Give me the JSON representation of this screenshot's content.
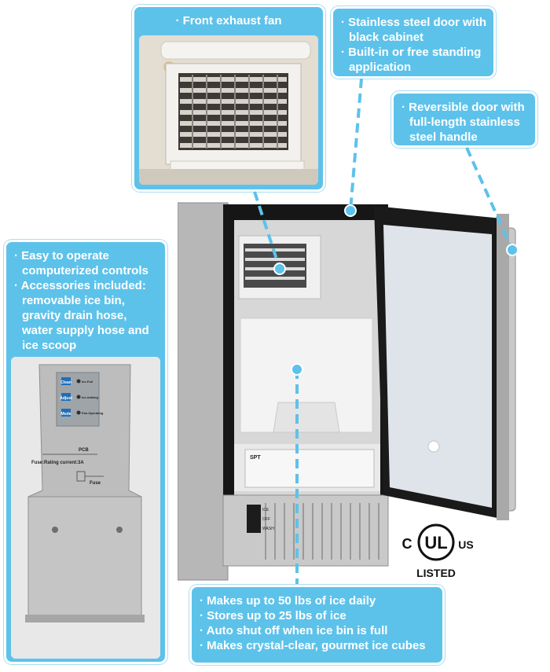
{
  "callouts": {
    "fan": {
      "lines": [
        "· Front exhaust fan"
      ]
    },
    "door": {
      "lines": [
        "· Stainless steel door with",
        "black cabinet",
        "· Built-in or free standing",
        "application"
      ]
    },
    "handle": {
      "lines": [
        "· Reversible door with",
        "full-length stainless",
        "steel handle"
      ]
    },
    "controls": {
      "lines": [
        "· Easy to operate",
        "computerized controls",
        "· Accessories included:",
        "removable ice bin,",
        "gravity drain hose,",
        "water supply hose and",
        "ice scoop"
      ]
    },
    "ice": {
      "lines": [
        "· Makes up to 50 lbs of ice daily",
        "· Stores up to 25 lbs of ice",
        "· Auto shut off when ice bin is full",
        "· Makes crystal-clear, gourmet ice cubes"
      ]
    }
  },
  "control_panel": {
    "buttons": [
      "Clean",
      "Adjust",
      "Mode"
    ],
    "indicators": [
      "Ice-Full",
      "Ice-making",
      "Fan-Operating"
    ],
    "pcb_label": "PCB",
    "fuse_text": "Fuse:Rating current:3A",
    "fuse_label": "Fuse"
  },
  "machine": {
    "brand": "SPT",
    "switch_labels": [
      "ICE",
      "OFF",
      "WASH"
    ]
  },
  "certification": {
    "left": "C",
    "center": "UL",
    "right": "US",
    "bottom": "LISTED"
  },
  "colors": {
    "callout_blue": "#5dc2ea",
    "steel": "#c7c7c7",
    "black": "#1a1a1a"
  }
}
